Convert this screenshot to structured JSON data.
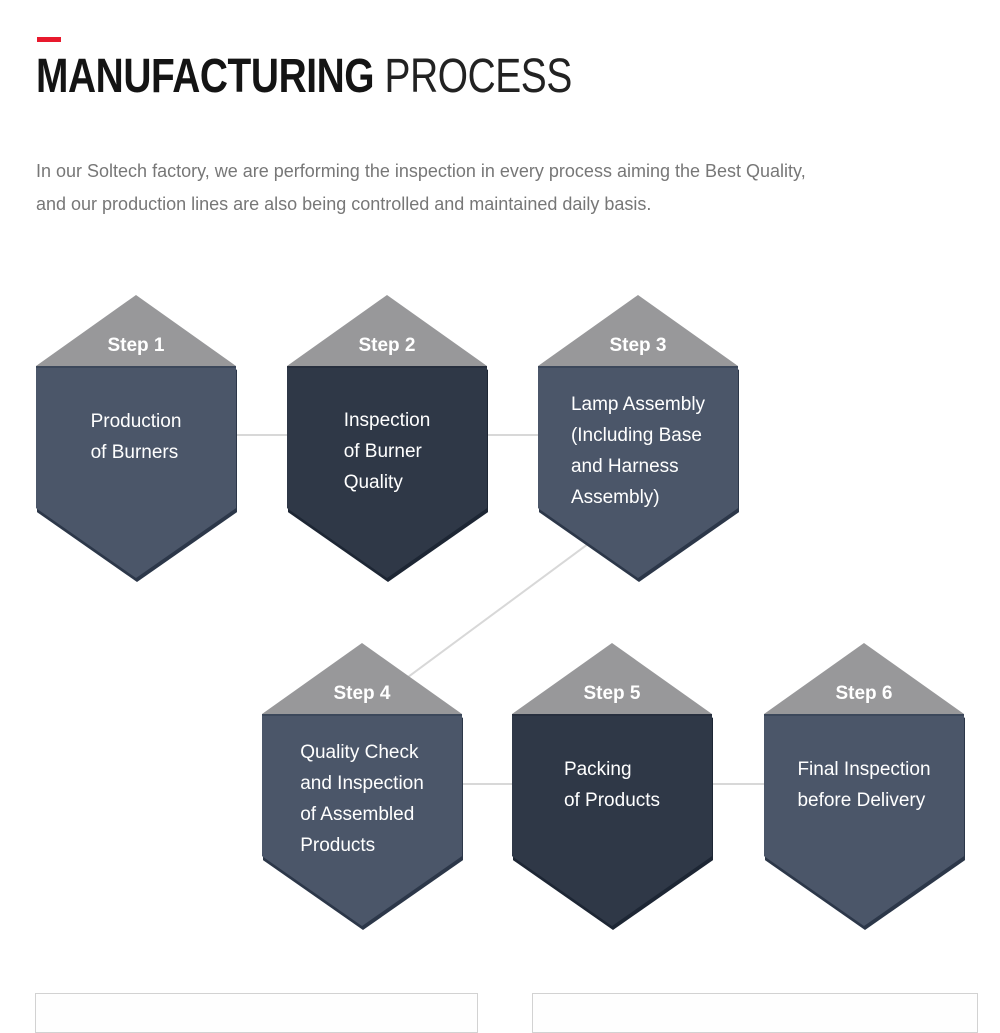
{
  "page": {
    "title_bold": "MANUFACTURING",
    "title_light": "PROCESS",
    "intro": "In our Soltech factory, we are performing the inspection in every process aiming the Best Quality,\nand our production lines are also being controlled and maintained daily basis."
  },
  "colors": {
    "accent_red": "#e8192d",
    "step_cap_gray": "#98989a",
    "hex_light": "#4b5669",
    "hex_dark": "#2f3847",
    "connector_gray": "#d8d8d8",
    "step_text_white": "#ffffff"
  },
  "process": {
    "steps": [
      {
        "label": "Step 1",
        "text": "Production\nof Burners",
        "tone": "light"
      },
      {
        "label": "Step 2",
        "text": "Inspection\nof Burner\nQuality",
        "tone": "dark"
      },
      {
        "label": "Step 3",
        "text": "Lamp Assembly\n(Including Base\nand Harness\nAssembly)",
        "tone": "light"
      },
      {
        "label": "Step 4",
        "text": "Quality Check\nand Inspection\nof Assembled\nProducts",
        "tone": "light"
      },
      {
        "label": "Step 5",
        "text": "Packing\nof Products",
        "tone": "dark"
      },
      {
        "label": "Step 6",
        "text": "Final Inspection\nbefore Delivery",
        "tone": "light"
      }
    ]
  }
}
